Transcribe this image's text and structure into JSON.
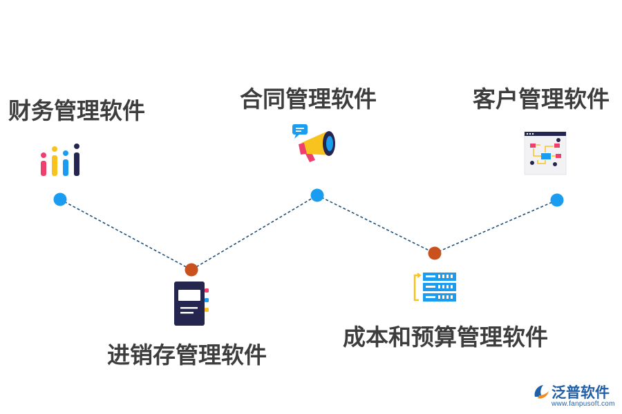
{
  "nodes": [
    {
      "label": "财务管理软件",
      "icon": "bar-chart-icon",
      "dot_color": "#1a9cf0"
    },
    {
      "label": "进销存管理软件",
      "icon": "notebook-icon",
      "dot_color": "#c8511d"
    },
    {
      "label": "合同管理软件",
      "icon": "megaphone-icon",
      "dot_color": "#1a9cf0"
    },
    {
      "label": "成本和预算管理软件",
      "icon": "server-stack-icon",
      "dot_color": "#c8511d"
    },
    {
      "label": "客户管理软件",
      "icon": "flowchart-window-icon",
      "dot_color": "#1a9cf0"
    }
  ],
  "colors": {
    "line": "#1d4f7a",
    "text": "#3d3d3d",
    "accent_pink": "#ef3f6e",
    "accent_yellow": "#f9c31f",
    "accent_blue": "#1a9cf0",
    "accent_navy": "#25264f"
  },
  "logo": {
    "name": "泛普软件",
    "url": "www.fanpusoft.com",
    "icon": "fanpu-logo-icon"
  }
}
